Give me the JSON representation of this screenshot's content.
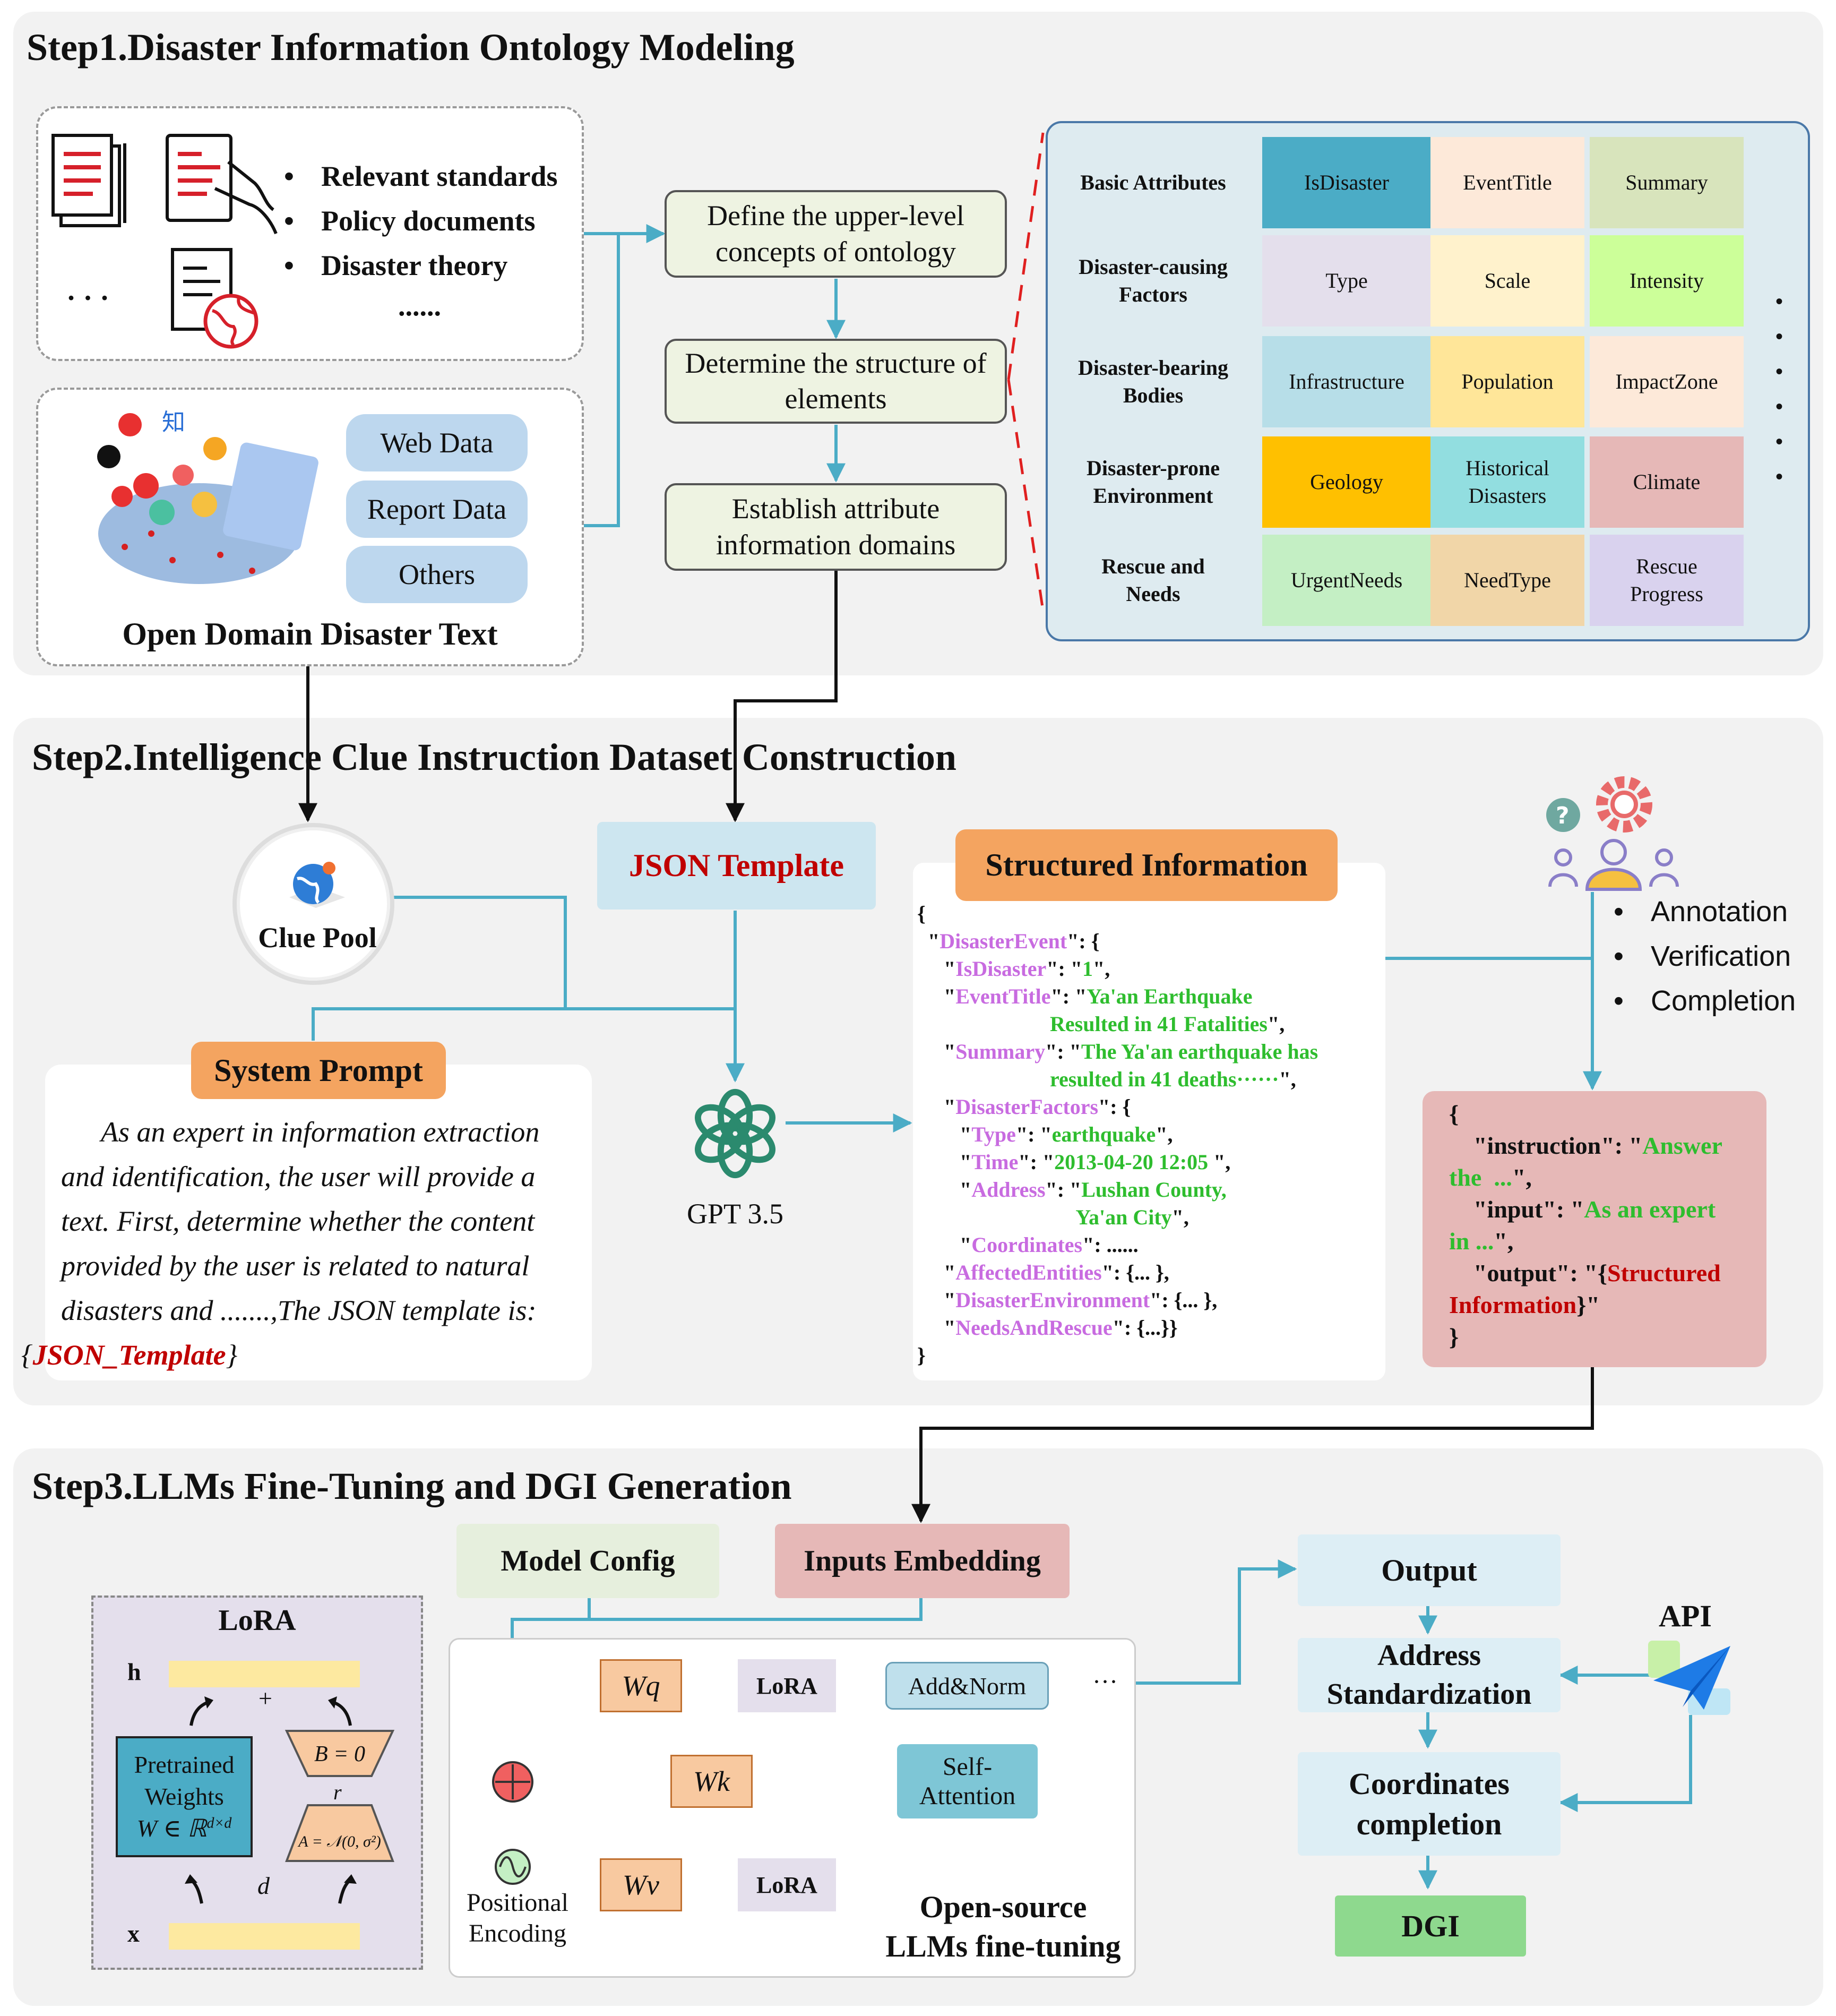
{
  "step1": {
    "title": "Step1.Disaster Information Ontology Modeling",
    "sources": [
      "Relevant standards",
      "Policy documents",
      "Disaster theory",
      "......"
    ],
    "ellipsis": "· · ·",
    "open_domain_caption": "Open Domain Disaster Text",
    "data_pills": [
      "Web Data",
      "Report Data",
      "Others"
    ],
    "process": [
      "Define the upper-level concepts of ontology",
      "Determine the structure of elements",
      "Establish attribute information domains"
    ],
    "ontology_rows": [
      {
        "label": "Basic Attributes",
        "cells": [
          "IsDisaster",
          "EventTitle",
          "Summary"
        ]
      },
      {
        "label": "Disaster-causing Factors",
        "cells": [
          "Type",
          "Scale",
          "Intensity"
        ]
      },
      {
        "label": "Disaster-bearing Bodies",
        "cells": [
          "Infrastructure",
          "Population",
          "ImpactZone"
        ]
      },
      {
        "label": "Disaster-prone Environment",
        "cells": [
          "Geology",
          "Historical Disasters",
          "Climate"
        ]
      },
      {
        "label": "Rescue and Needs",
        "cells": [
          "UrgentNeeds",
          "NeedType",
          "Rescue Progress"
        ]
      }
    ],
    "cell_colors": [
      [
        "#4bacc6",
        "#fde9d9",
        "#d8e4bc"
      ],
      [
        "#e4dfec",
        "#fff2cc",
        "#ccff99"
      ],
      [
        "#b7dee8",
        "#ffe699",
        "#fde9d9"
      ],
      [
        "#ffc000",
        "#92dee0",
        "#e6b8b7"
      ],
      [
        "#c4efc4",
        "#f1d6a8",
        "#d9d2ee"
      ]
    ]
  },
  "step2": {
    "title": "Step2.Intelligence Clue Instruction Dataset Construction",
    "clue_pool": "Clue Pool",
    "json_template": "JSON Template",
    "system_prompt_label": "System Prompt",
    "system_prompt_text": "As an expert in information extraction and identification, the user will provide a text. First, determine whether the content provided by the user is related to natural disasters and .......,The JSON template is:",
    "system_prompt_var_open": "{",
    "system_prompt_var": "JSON_Template",
    "system_prompt_var_close": "}",
    "gpt_label": "GPT 3.5",
    "structured_label": "Structured Information",
    "json_lines": [
      [
        [
          "p",
          "{"
        ]
      ],
      [
        [
          "p",
          "  \""
        ],
        [
          "k",
          "DisasterEvent"
        ],
        [
          "p",
          "\": {"
        ]
      ],
      [
        [
          "p",
          "     \""
        ],
        [
          "k",
          "IsDisaster"
        ],
        [
          "p",
          "\": \""
        ],
        [
          "s",
          "1"
        ],
        [
          "p",
          "\","
        ]
      ],
      [
        [
          "p",
          "     \""
        ],
        [
          "k",
          "EventTitle"
        ],
        [
          "p",
          "\": \""
        ],
        [
          "s",
          "Ya'an Earthquake"
        ]
      ],
      [
        [
          "s",
          "                         Resulted in 41 Fatalities"
        ],
        [
          "p",
          "\","
        ]
      ],
      [
        [
          "p",
          "     \""
        ],
        [
          "k",
          "Summary"
        ],
        [
          "p",
          "\": \""
        ],
        [
          "s",
          "The Ya'an earthquake has"
        ]
      ],
      [
        [
          "s",
          "                         resulted in 41 deaths······"
        ],
        [
          "p",
          "\","
        ]
      ],
      [
        [
          "p",
          "     \""
        ],
        [
          "k",
          "DisasterFactors"
        ],
        [
          "p",
          "\": {"
        ]
      ],
      [
        [
          "p",
          "        \""
        ],
        [
          "k",
          "Type"
        ],
        [
          "p",
          "\": \""
        ],
        [
          "s",
          "earthquake"
        ],
        [
          "p",
          "\","
        ]
      ],
      [
        [
          "p",
          "        \""
        ],
        [
          "k",
          "Time"
        ],
        [
          "p",
          "\": \""
        ],
        [
          "s",
          "2013-04-20 12:05"
        ],
        [
          "p",
          " \","
        ]
      ],
      [
        [
          "p",
          "        \""
        ],
        [
          "k",
          "Address"
        ],
        [
          "p",
          "\": \""
        ],
        [
          "s",
          "Lushan County,"
        ]
      ],
      [
        [
          "s",
          "                              Ya'an City"
        ],
        [
          "p",
          "\","
        ]
      ],
      [
        [
          "p",
          "        \""
        ],
        [
          "k",
          "Coordinates"
        ],
        [
          "p",
          "\": ......"
        ]
      ],
      [
        [
          "p",
          "     \""
        ],
        [
          "k",
          "AffectedEntities"
        ],
        [
          "p",
          "\": {... },"
        ]
      ],
      [
        [
          "p",
          "     \""
        ],
        [
          "k",
          "DisasterEnvironment"
        ],
        [
          "p",
          "\": {... },"
        ]
      ],
      [
        [
          "p",
          "     \""
        ],
        [
          "k",
          "NeedsAndRescue"
        ],
        [
          "p",
          "\": {...}}"
        ]
      ],
      [
        [
          "p",
          "}"
        ]
      ]
    ],
    "annotation_steps": [
      "Annotation",
      "Verification",
      "Completion"
    ],
    "instruction_lines": [
      [
        [
          "p",
          "{"
        ]
      ],
      [
        [
          "p",
          "    \"instruction\": \""
        ],
        [
          "g",
          "Answer"
        ]
      ],
      [
        [
          "g",
          "the  ..."
        ],
        [
          "p",
          "\","
        ]
      ],
      [
        [
          "p",
          "    \"input\": \""
        ],
        [
          "g",
          "As an expert"
        ]
      ],
      [
        [
          "g",
          "in ..."
        ],
        [
          "p",
          "\","
        ]
      ],
      [
        [
          "p",
          "    \"output\": \"{"
        ],
        [
          "r",
          "Structured"
        ]
      ],
      [
        [
          "r",
          "Information"
        ],
        [
          "p",
          "}\""
        ]
      ],
      [
        [
          "p",
          "}"
        ]
      ]
    ]
  },
  "step3": {
    "title": "Step3.LLMs Fine-Tuning and DGI Generation",
    "lora_title": "LoRA",
    "lora_h": "h",
    "lora_x": "x",
    "lora_plus": "+",
    "lora_weights": [
      "Pretrained",
      "Weights"
    ],
    "lora_w_formula": "W ∈ ℝ",
    "lora_w_sup": "d×d",
    "lora_b": "B = 0",
    "lora_r": "r",
    "lora_a": "A = 𝒩(0, σ²)",
    "lora_d": "d",
    "model_config": "Model Config",
    "inputs_embedding": "Inputs Embedding",
    "wq": "Wq",
    "wk": "Wk",
    "wv": "Wv",
    "lora_block": "LoRA",
    "add_norm": "Add&Norm",
    "self_attention": [
      "Self-",
      "Attention"
    ],
    "dots": "···",
    "positional": [
      "Positional",
      "Encoding"
    ],
    "finetune_label": [
      "Open-source",
      "LLMs fine-tuning"
    ],
    "output": "Output",
    "address": [
      "Address",
      "Standardization"
    ],
    "coordinates": [
      "Coordinates",
      "completion"
    ],
    "dgi": "DGI",
    "api": "API"
  },
  "colors": {
    "panel": "#f2f2f2",
    "arrow_blue": "#4bacc6",
    "orange": "#f4a460",
    "json_key": "#c86be0",
    "json_str": "#2ebd2e",
    "red_text": "#c00000"
  }
}
